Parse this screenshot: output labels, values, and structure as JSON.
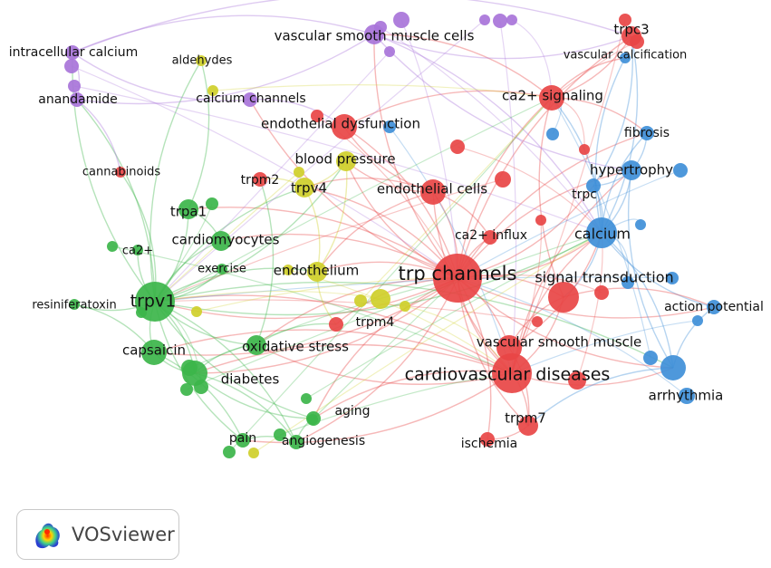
{
  "colors": {
    "red": "#e84545",
    "green": "#3cb54a",
    "blue": "#3f8fd8",
    "yellow": "#cfcf2a",
    "purple": "#a874d9",
    "label": "#111111"
  },
  "nodes": [
    {
      "id": "trp_channels",
      "label": "trp channels",
      "cluster": "red",
      "weight": 10
    },
    {
      "id": "cardiovascular_diseases",
      "label": "cardiovascular diseases",
      "cluster": "red",
      "weight": 7
    },
    {
      "id": "ca2_signaling",
      "label": "ca2+ signaling",
      "cluster": "red",
      "weight": 4
    },
    {
      "id": "endothelial_dysfunction",
      "label": "endothelial dysfunction",
      "cluster": "red",
      "weight": 4
    },
    {
      "id": "endothelial_cells",
      "label": "endothelial cells",
      "cluster": "red",
      "weight": 4
    },
    {
      "id": "signal_transduction",
      "label": "signal transduction",
      "cluster": "red",
      "weight": 5
    },
    {
      "id": "vascular_smooth_muscle",
      "label": "vascular smooth muscle",
      "cluster": "red",
      "weight": 4
    },
    {
      "id": "trpc3",
      "label": "trpc3",
      "cluster": "red",
      "weight": 3
    },
    {
      "id": "trpm7",
      "label": "trpm7",
      "cluster": "red",
      "weight": 3
    },
    {
      "id": "ischemia",
      "label": "ischemia",
      "cluster": "red",
      "weight": 2
    },
    {
      "id": "ca2_influx",
      "label": "ca2+ influx",
      "cluster": "red",
      "weight": 2
    },
    {
      "id": "trpm4",
      "label": "trpm4",
      "cluster": "red",
      "weight": 2
    },
    {
      "id": "trpm2",
      "label": "trpm2",
      "cluster": "red",
      "weight": 2
    },
    {
      "id": "cannabinoids",
      "label": "cannabinoids",
      "cluster": "red",
      "weight": 1
    },
    {
      "id": "calcium",
      "label": "calcium",
      "cluster": "blue",
      "weight": 5
    },
    {
      "id": "hypertrophy",
      "label": "hypertrophy",
      "cluster": "blue",
      "weight": 3
    },
    {
      "id": "fibrosis",
      "label": "fibrosis",
      "cluster": "blue",
      "weight": 2
    },
    {
      "id": "trpc",
      "label": "trpc",
      "cluster": "blue",
      "weight": 2
    },
    {
      "id": "arrhythmia",
      "label": "arrhythmia",
      "cluster": "blue",
      "weight": 4
    },
    {
      "id": "action_potential",
      "label": "action potential",
      "cluster": "blue",
      "weight": 2
    },
    {
      "id": "vascular_calcification",
      "label": "vascular calcification",
      "cluster": "blue",
      "weight": 1
    },
    {
      "id": "trpv1",
      "label": "trpv1",
      "cluster": "green",
      "weight": 7
    },
    {
      "id": "capsaicin",
      "label": "capsaicin",
      "cluster": "green",
      "weight": 4
    },
    {
      "id": "diabetes",
      "label": "diabetes",
      "cluster": "green",
      "weight": 4
    },
    {
      "id": "oxidative_stress",
      "label": "oxidative stress",
      "cluster": "green",
      "weight": 3
    },
    {
      "id": "trpa1",
      "label": "trpa1",
      "cluster": "green",
      "weight": 3
    },
    {
      "id": "cardiomyocytes",
      "label": "cardiomyocytes",
      "cluster": "green",
      "weight": 3
    },
    {
      "id": "pain",
      "label": "pain",
      "cluster": "green",
      "weight": 2
    },
    {
      "id": "aging",
      "label": "aging",
      "cluster": "green",
      "weight": 2
    },
    {
      "id": "angiogenesis",
      "label": "angiogenesis",
      "cluster": "green",
      "weight": 2
    },
    {
      "id": "resiniferatoxin",
      "label": "resiniferatoxin",
      "cluster": "green",
      "weight": 1
    },
    {
      "id": "ca2",
      "label": "ca2+",
      "cluster": "green",
      "weight": 1
    },
    {
      "id": "exercise",
      "label": "exercise",
      "cluster": "green",
      "weight": 1
    },
    {
      "id": "blood_pressure",
      "label": "blood pressure",
      "cluster": "yellow",
      "weight": 3
    },
    {
      "id": "trpv4",
      "label": "trpv4",
      "cluster": "yellow",
      "weight": 3
    },
    {
      "id": "endothelium",
      "label": "endothelium",
      "cluster": "yellow",
      "weight": 3
    },
    {
      "id": "aldehydes",
      "label": "aldehydes",
      "cluster": "yellow",
      "weight": 1
    },
    {
      "id": "vascular_smooth_muscle_cells",
      "label": "vascular smooth muscle cells",
      "cluster": "purple",
      "weight": 3
    },
    {
      "id": "intracellular_calcium",
      "label": "intracellular calcium",
      "cluster": "purple",
      "weight": 2
    },
    {
      "id": "anandamide",
      "label": "anandamide",
      "cluster": "purple",
      "weight": 2
    },
    {
      "id": "calcium_channels",
      "label": "calcium channels",
      "cluster": "purple",
      "weight": 2
    }
  ],
  "links": [
    [
      "trp_channels",
      "cardiovascular_diseases"
    ],
    [
      "trp_channels",
      "trpv1"
    ],
    [
      "trp_channels",
      "calcium"
    ],
    [
      "trp_channels",
      "signal_transduction"
    ],
    [
      "trp_channels",
      "endothelial_cells"
    ],
    [
      "trp_channels",
      "ca2_signaling"
    ],
    [
      "trp_channels",
      "endothelial_dysfunction"
    ],
    [
      "trp_channels",
      "vascular_smooth_muscle"
    ],
    [
      "trp_channels",
      "arrhythmia"
    ],
    [
      "trp_channels",
      "hypertrophy"
    ],
    [
      "trp_channels",
      "oxidative_stress"
    ],
    [
      "trp_channels",
      "diabetes"
    ],
    [
      "trp_channels",
      "endothelium"
    ],
    [
      "trp_channels",
      "blood_pressure"
    ],
    [
      "trp_channels",
      "trpv4"
    ],
    [
      "trp_channels",
      "trpc3"
    ],
    [
      "trp_channels",
      "trpm7"
    ],
    [
      "trp_channels",
      "capsaicin"
    ],
    [
      "trp_channels",
      "cardiomyocytes"
    ],
    [
      "trp_channels",
      "fibrosis"
    ],
    [
      "trp_channels",
      "trpc"
    ],
    [
      "trp_channels",
      "vascular_smooth_muscle_cells"
    ],
    [
      "trp_channels",
      "aging"
    ],
    [
      "trp_channels",
      "ischemia"
    ],
    [
      "trp_channels",
      "trpm4"
    ],
    [
      "trp_channels",
      "ca2_influx"
    ],
    [
      "trp_channels",
      "action_potential"
    ],
    [
      "trp_channels",
      "calcium_channels"
    ],
    [
      "trp_channels",
      "trpa1"
    ],
    [
      "trp_channels",
      "angiogenesis"
    ],
    [
      "cardiovascular_diseases",
      "trpv1"
    ],
    [
      "cardiovascular_diseases",
      "calcium"
    ],
    [
      "cardiovascular_diseases",
      "diabetes"
    ],
    [
      "cardiovascular_diseases",
      "oxidative_stress"
    ],
    [
      "cardiovascular_diseases",
      "arrhythmia"
    ],
    [
      "cardiovascular_diseases",
      "endothelial_cells"
    ],
    [
      "cardiovascular_diseases",
      "signal_transduction"
    ],
    [
      "cardiovascular_diseases",
      "trpm7"
    ],
    [
      "cardiovascular_diseases",
      "capsaicin"
    ],
    [
      "cardiovascular_diseases",
      "hypertrophy"
    ],
    [
      "cardiovascular_diseases",
      "aging"
    ],
    [
      "cardiovascular_diseases",
      "pain"
    ],
    [
      "calcium",
      "hypertrophy"
    ],
    [
      "calcium",
      "fibrosis"
    ],
    [
      "calcium",
      "trpc"
    ],
    [
      "calcium",
      "arrhythmia"
    ],
    [
      "calcium",
      "action_potential"
    ],
    [
      "calcium",
      "signal_transduction"
    ],
    [
      "calcium",
      "ca2_signaling"
    ],
    [
      "calcium",
      "vascular_calcification"
    ],
    [
      "calcium",
      "trpc3"
    ],
    [
      "signal_transduction",
      "ca2_signaling"
    ],
    [
      "signal_transduction",
      "vascular_smooth_muscle"
    ],
    [
      "signal_transduction",
      "action_potential"
    ],
    [
      "ca2_signaling",
      "trpc3"
    ],
    [
      "ca2_signaling",
      "vascular_calcification"
    ],
    [
      "ca2_signaling",
      "endothelial_dysfunction"
    ],
    [
      "ca2_signaling",
      "fibrosis"
    ],
    [
      "ca2_signaling",
      "vascular_smooth_muscle_cells"
    ],
    [
      "endothelial_cells",
      "endothelial_dysfunction"
    ],
    [
      "endothelial_cells",
      "trpv4"
    ],
    [
      "endothelial_cells",
      "blood_pressure"
    ],
    [
      "endothelial_cells",
      "endothelium"
    ],
    [
      "endothelial_cells",
      "ca2_influx"
    ],
    [
      "trpv1",
      "capsaicin"
    ],
    [
      "trpv1",
      "resiniferatoxin"
    ],
    [
      "trpv1",
      "trpa1"
    ],
    [
      "trpv1",
      "diabetes"
    ],
    [
      "trpv1",
      "pain"
    ],
    [
      "trpv1",
      "cardiomyocytes"
    ],
    [
      "trpv1",
      "oxidative_stress"
    ],
    [
      "trpv1",
      "ca2"
    ],
    [
      "trpv1",
      "anandamide"
    ],
    [
      "trpv1",
      "intracellular_calcium"
    ],
    [
      "trpv1",
      "cannabinoids"
    ],
    [
      "trpv1",
      "endothelium"
    ],
    [
      "trpv1",
      "exercise"
    ],
    [
      "trpv1",
      "angiogenesis"
    ],
    [
      "trpv1",
      "aging"
    ],
    [
      "trpv1",
      "trpv4"
    ],
    [
      "trpv1",
      "blood_pressure"
    ],
    [
      "trpv1",
      "arrhythmia"
    ],
    [
      "trpv1",
      "calcium"
    ],
    [
      "trpv1",
      "aldehydes"
    ],
    [
      "capsaicin",
      "diabetes"
    ],
    [
      "capsaicin",
      "pain"
    ],
    [
      "capsaicin",
      "resiniferatoxin"
    ],
    [
      "diabetes",
      "oxidative_stress"
    ],
    [
      "diabetes",
      "aging"
    ],
    [
      "diabetes",
      "angiogenesis"
    ],
    [
      "trpa1",
      "aldehydes"
    ],
    [
      "trpa1",
      "cardiomyocytes"
    ],
    [
      "anandamide",
      "intracellular_calcium"
    ],
    [
      "anandamide",
      "cannabinoids"
    ],
    [
      "anandamide",
      "vascular_smooth_muscle_cells"
    ],
    [
      "intracellular_calcium",
      "vascular_smooth_muscle_cells"
    ],
    [
      "intracellular_calcium",
      "calcium_channels"
    ],
    [
      "intracellular_calcium",
      "trpc3"
    ],
    [
      "vascular_smooth_muscle_cells",
      "trpc3"
    ],
    [
      "vascular_smooth_muscle_cells",
      "calcium"
    ],
    [
      "vascular_smooth_muscle_cells",
      "hypertrophy"
    ],
    [
      "calcium_channels",
      "endothelial_dysfunction"
    ],
    [
      "trpv4",
      "blood_pressure"
    ],
    [
      "trpv4",
      "endothelium"
    ],
    [
      "trpv4",
      "trpm2"
    ],
    [
      "blood_pressure",
      "endothelium"
    ],
    [
      "endothelium",
      "trpm4"
    ],
    [
      "arrhythmia",
      "action_potential"
    ],
    [
      "arrhythmia",
      "trpm7"
    ],
    [
      "arrhythmia",
      "hypertrophy"
    ],
    [
      "hypertrophy",
      "fibrosis"
    ],
    [
      "hypertrophy",
      "trpc"
    ],
    [
      "trpc",
      "trpc3"
    ],
    [
      "vascular_smooth_muscle",
      "trpm7"
    ],
    [
      "vascular_smooth_muscle",
      "calcium"
    ],
    [
      "trpm7",
      "ischemia"
    ],
    [
      "oxidative_stress",
      "trpm2"
    ],
    [
      "oxidative_stress",
      "trpm4"
    ],
    [
      "aging",
      "angiogenesis"
    ],
    [
      "pain",
      "angiogenesis"
    ]
  ],
  "badge": {
    "text": "VOSviewer"
  }
}
